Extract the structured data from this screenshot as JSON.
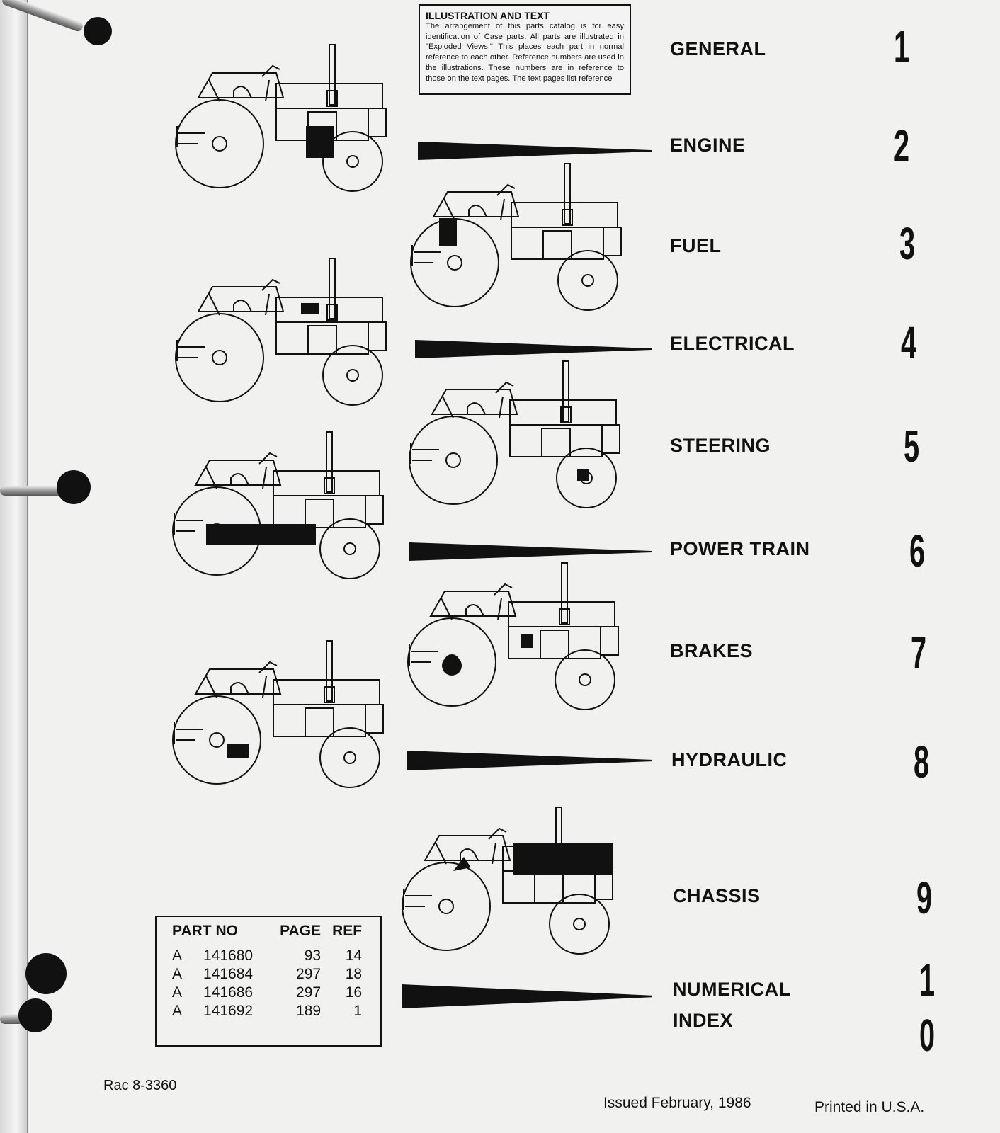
{
  "info_box": {
    "title": "ILLUSTRATION AND TEXT",
    "body": "The arrangement of this parts catalog is for easy identification of Case parts. All parts are illustrated in \"Exploded Views.\" This places each part in normal reference to each other. Reference numbers are used in the illustrations. These numbers are in reference to those on the text pages. The text pages list reference"
  },
  "sections": [
    {
      "label": "GENERAL",
      "number": "1"
    },
    {
      "label": "ENGINE",
      "number": "2"
    },
    {
      "label": "FUEL",
      "number": "3"
    },
    {
      "label": "ELECTRICAL",
      "number": "4"
    },
    {
      "label": "STEERING",
      "number": "5"
    },
    {
      "label": "POWER TRAIN",
      "number": "6"
    },
    {
      "label": "BRAKES",
      "number": "7"
    },
    {
      "label": "HYDRAULIC",
      "number": "8"
    },
    {
      "label": "CHASSIS",
      "number": "9"
    },
    {
      "label": "NUMERICAL",
      "label2": "INDEX",
      "number": "1",
      "number2": "0"
    }
  ],
  "parts_table": {
    "headers": [
      "PART NO",
      "PAGE",
      "REF"
    ],
    "rows": [
      {
        "prefix": "A",
        "part_no": "141680",
        "page": "93",
        "ref": "14"
      },
      {
        "prefix": "A",
        "part_no": "141684",
        "page": "297",
        "ref": "18"
      },
      {
        "prefix": "A",
        "part_no": "141686",
        "page": "297",
        "ref": "16"
      },
      {
        "prefix": "A",
        "part_no": "141692",
        "page": "189",
        "ref": "1"
      }
    ]
  },
  "footer": {
    "doc_number": "Rac 8-3360",
    "issued": "Issued February, 1986",
    "printed": "Printed in U.S.A."
  }
}
